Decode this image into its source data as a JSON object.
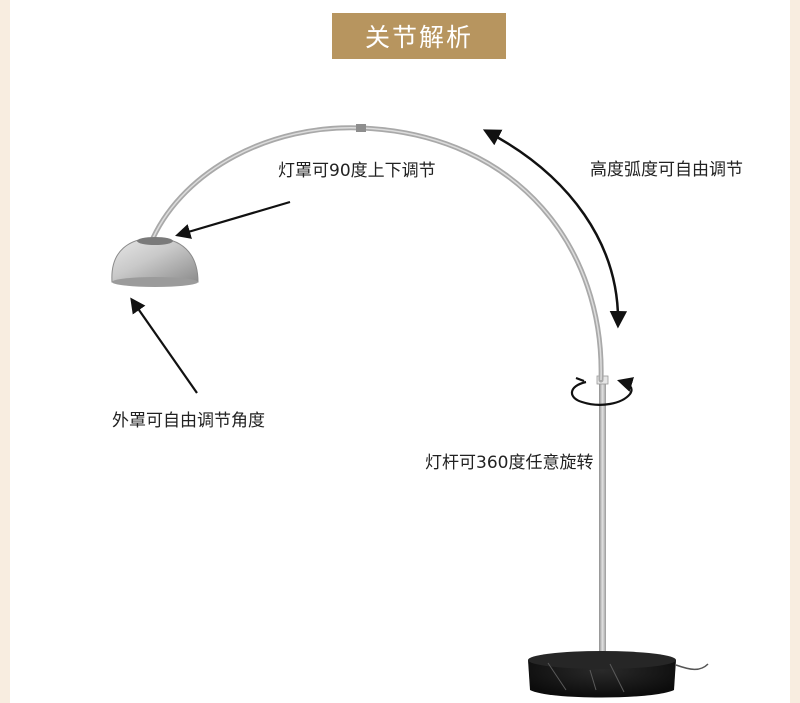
{
  "title": "关节解析",
  "labels": {
    "shade": "灯罩可90度上下调节",
    "arc": "高度弧度可自由调节",
    "outer": "外罩可自由调节角度",
    "pole": "灯杆可360度任意旋转"
  },
  "colors": {
    "page_background": "#f8ede0",
    "title_background": "#b7955f",
    "title_text": "#ffffff",
    "text": "#222222",
    "metal": "#b9b9b9",
    "base": "#161616"
  }
}
